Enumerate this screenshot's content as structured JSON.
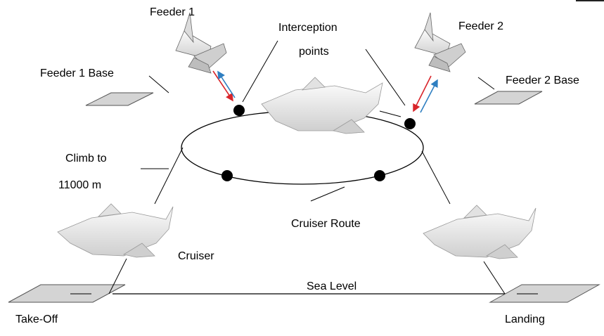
{
  "labels": {
    "feeder1": "Feeder 1",
    "feeder2": "Feeder 2",
    "feeder1_base": "Feeder 1 Base",
    "feeder2_base": "Feeder 2 Base",
    "interception_line1": "Interception",
    "interception_line2": "points",
    "climb_line1": "Climb to",
    "climb_line2": "11000 m",
    "cruiser_route": "Cruiser Route",
    "cruiser": "Cruiser",
    "sea_level": "Sea Level",
    "take_off": "Take-Off",
    "landing": "Landing"
  },
  "colors": {
    "arrow_red": "#d9252a",
    "arrow_blue": "#2f7fc1",
    "pad_fill": "#d4d4d4",
    "aircraft_body": "#e9e9e9",
    "line": "#000000"
  }
}
